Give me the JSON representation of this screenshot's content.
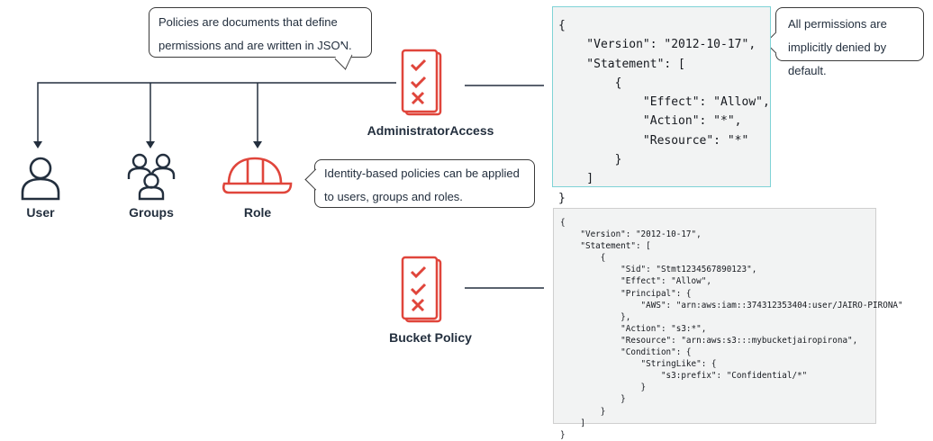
{
  "callouts": {
    "policies": "Policies are documents that define permissions and are written in JSON.",
    "implicit_deny": "All permissions are implicitly denied by default.",
    "identity_based": "Identity-based policies can be applied to users, groups and roles."
  },
  "labels": {
    "user": "User",
    "groups": "Groups",
    "role": "Role",
    "admin_policy": "AdministratorAccess",
    "bucket_policy": "Bucket Policy"
  },
  "colors": {
    "accent_red": "#e0453b",
    "code_border": "#7fd3d6",
    "code_bg": "#f2f3f3",
    "ink": "#232f3e"
  },
  "icons": [
    "user-icon",
    "groups-icon",
    "role-hardhat-icon",
    "policy-document-icon"
  ],
  "code": {
    "admin_policy_json": "{\n    \"Version\": \"2012-10-17\",\n    \"Statement\": [\n        {\n            \"Effect\": \"Allow\",\n            \"Action\": \"*\",\n            \"Resource\": \"*\"\n        }\n    ]\n}",
    "bucket_policy_json": "{\n    \"Version\": \"2012-10-17\",\n    \"Statement\": [\n        {\n            \"Sid\": \"Stmt1234567890123\",\n            \"Effect\": \"Allow\",\n            \"Principal\": {\n                \"AWS\": \"arn:aws:iam::374312353404:user/JAIRO-PIRONA\"\n            },\n            \"Action\": \"s3:*\",\n            \"Resource\": \"arn:aws:s3:::mybucketjairopirona\",\n            \"Condition\": {\n                \"StringLike\": {\n                    \"s3:prefix\": \"Confidential/*\"\n                }\n            }\n        }\n    ]\n}"
  }
}
